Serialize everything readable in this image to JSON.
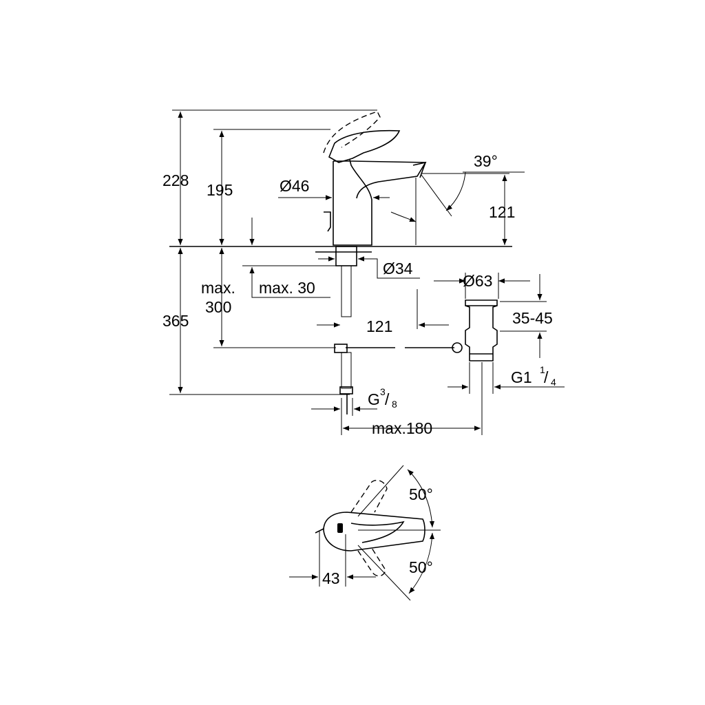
{
  "labels": {
    "h_total": "228",
    "h_spout": "195",
    "d_body": "Ø46",
    "angle_spout": "39°",
    "h_outlet": "121",
    "d_shank": "Ø34",
    "max_300_a": "max.",
    "max_300_b": "300",
    "max_30": "max. 30",
    "d_waste": "Ø63",
    "h_below": "365",
    "reach": "121",
    "waste_adj": "35-45",
    "waste_thread_main": "G1",
    "waste_thread_num": "1",
    "waste_thread_den": "4",
    "hose_thread_main": "G",
    "hose_thread_num": "3",
    "hose_thread_den": "8",
    "max_180": "max.180",
    "swing_up": "50°",
    "swing_down": "50°",
    "offset": "43"
  }
}
